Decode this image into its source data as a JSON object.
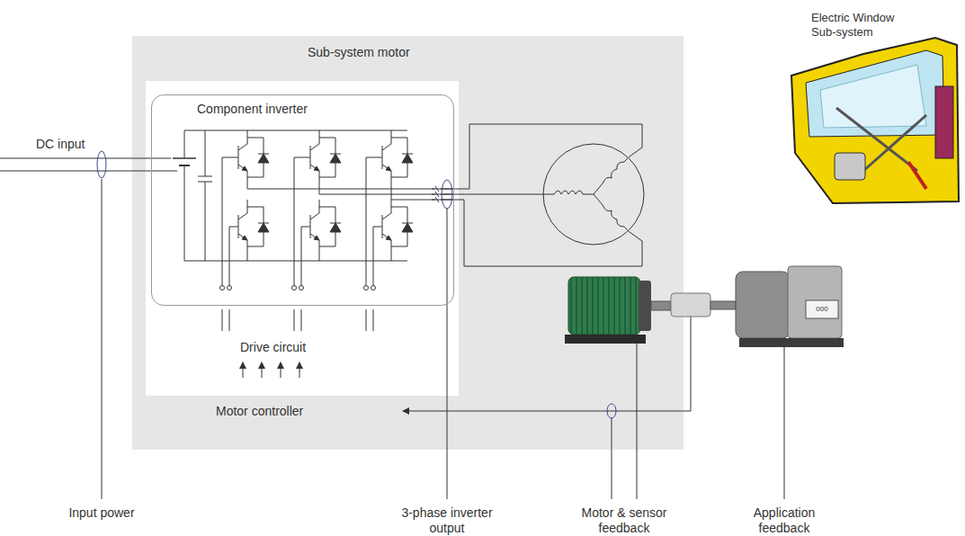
{
  "diagram": {
    "nodes": [
      {
        "text": [
          "Sub-system motor"
        ]
      },
      {
        "text": [
          "Drive circuit"
        ],
        "in": 0
      },
      {
        "text": [
          "Component inverter"
        ],
        "in": 1
      }
    ],
    "labels": [
      "DC input",
      "Motor controller",
      "Electric Window Sub-system",
      "000",
      "Input power",
      "3-phase inverter output",
      "Motor & sensor feedback",
      "Application feedback"
    ]
  }
}
